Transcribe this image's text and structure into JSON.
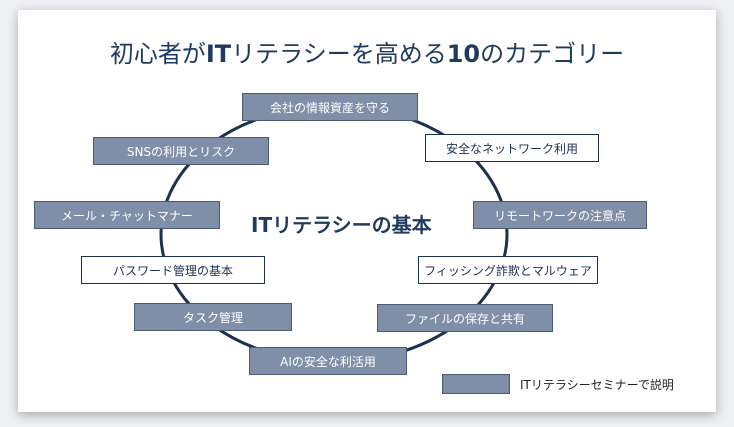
{
  "title": {
    "prefix": "初心者が",
    "emphasis_it": "IT",
    "middle": "リテラシーを高める",
    "emphasis_num": "10",
    "suffix": "のカテゴリー"
  },
  "center_label": "ITリテラシーの基本",
  "categories": [
    {
      "label": "会社の情報資産を守る",
      "style": "filled"
    },
    {
      "label": "安全なネットワーク利用",
      "style": "outline"
    },
    {
      "label": "リモートワークの注意点",
      "style": "filled"
    },
    {
      "label": "フィッシング詐欺とマルウェア",
      "style": "outline"
    },
    {
      "label": "ファイルの保存と共有",
      "style": "filled"
    },
    {
      "label": "AIの安全な利活用",
      "style": "filled"
    },
    {
      "label": "タスク管理",
      "style": "filled"
    },
    {
      "label": "パスワード管理の基本",
      "style": "outline"
    },
    {
      "label": "メール・チャットマナー",
      "style": "filled"
    },
    {
      "label": "SNSの利用とリスク",
      "style": "filled"
    }
  ],
  "legend": {
    "label": "ITリテラシーセミナーで説明"
  },
  "colors": {
    "filled_bg": "#7f8fa7",
    "ring": "#1c3050",
    "title": "#1f3a5c"
  }
}
